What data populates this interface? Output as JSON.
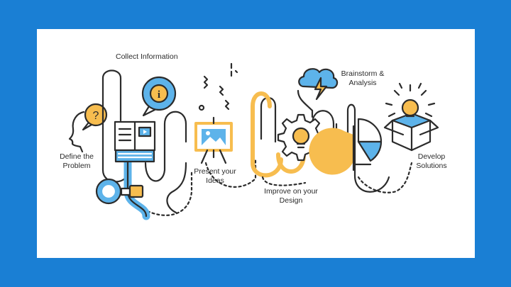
{
  "steps": {
    "define": {
      "line1": "Define the",
      "line2": "Problem"
    },
    "collect": {
      "line1": "Collect Information"
    },
    "present": {
      "line1": "Present your",
      "line2": "Ideas"
    },
    "improve": {
      "line1": "Improve on your",
      "line2": "Design"
    },
    "brainstorm": {
      "line1": "Brainstorm &",
      "line2": "Analysis"
    },
    "develop": {
      "line1": "Develop",
      "line2": "Solutions"
    }
  },
  "icons": {
    "question": "?",
    "info": "i"
  },
  "colors": {
    "background": "#1a7fd4",
    "card": "#ffffff",
    "outline": "#2b2b2b",
    "blue": "#5db3ea",
    "yellow": "#f7bd4f"
  }
}
